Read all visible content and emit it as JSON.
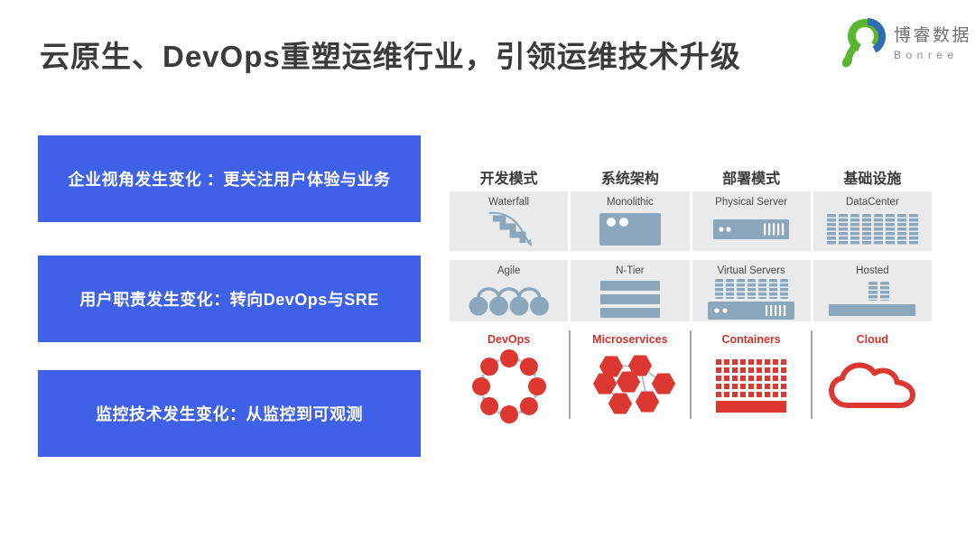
{
  "slide": {
    "title": "云原生、DevOps重塑运维行业，引领运维技术升级"
  },
  "logo": {
    "name": "博睿数据",
    "latin": "Bonree"
  },
  "points": [
    {
      "label": "企业视角发生变化 ：更关注用户体验与业务"
    },
    {
      "label": "用户职责发生变化：转向DevOps与SRE"
    },
    {
      "label": "监控技术发生变化：从监控到可观测"
    }
  ],
  "matrix": {
    "columns": [
      "开发模式",
      "系统架构",
      "部署模式",
      "基础设施"
    ],
    "rows": [
      {
        "cells": [
          {
            "label": "Waterfall",
            "icon": "waterfall-icon"
          },
          {
            "label": "Monolithic",
            "icon": "monolithic-icon"
          },
          {
            "label": "Physical Server",
            "icon": "physical-server-icon"
          },
          {
            "label": "DataCenter",
            "icon": "datacenter-icon"
          }
        ]
      },
      {
        "cells": [
          {
            "label": "Agile",
            "icon": "agile-icon"
          },
          {
            "label": "N-Tier",
            "icon": "n-tier-icon"
          },
          {
            "label": "Virtual Servers",
            "icon": "virtual-servers-icon"
          },
          {
            "label": "Hosted",
            "icon": "hosted-icon"
          }
        ]
      },
      {
        "cells": [
          {
            "label": "DevOps",
            "icon": "devops-cycle-icon"
          },
          {
            "label": "Microservices",
            "icon": "microservices-icon"
          },
          {
            "label": "Containers",
            "icon": "containers-icon"
          },
          {
            "label": "Cloud",
            "icon": "cloud-icon"
          }
        ]
      }
    ]
  },
  "colors": {
    "title_text": "#3B3B3D",
    "accent_blue": "#3E61E7",
    "accent_red": "#DC3731",
    "icon_slate": "#8CA7BC",
    "cell_bg": "#E8EAEB",
    "logo_green": "#5CB531",
    "logo_blue": "#2F6CB4"
  }
}
